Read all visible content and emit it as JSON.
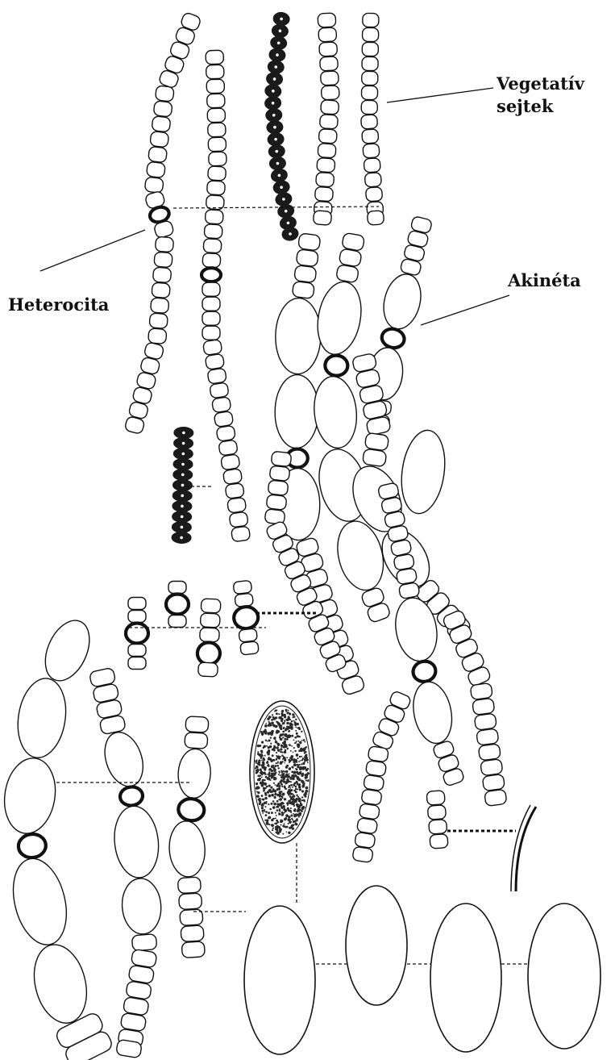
{
  "labels": {
    "vegetative_line1": "Vegetatív",
    "vegetative_line2": "sejtek",
    "heterocyst": "Heterocita",
    "akinete": "Akinéta"
  },
  "colors": {
    "ink": "#111111",
    "background": "#ffffff",
    "dark_filament": "#1a1a1a",
    "stipple": "#2a2a2a"
  }
}
